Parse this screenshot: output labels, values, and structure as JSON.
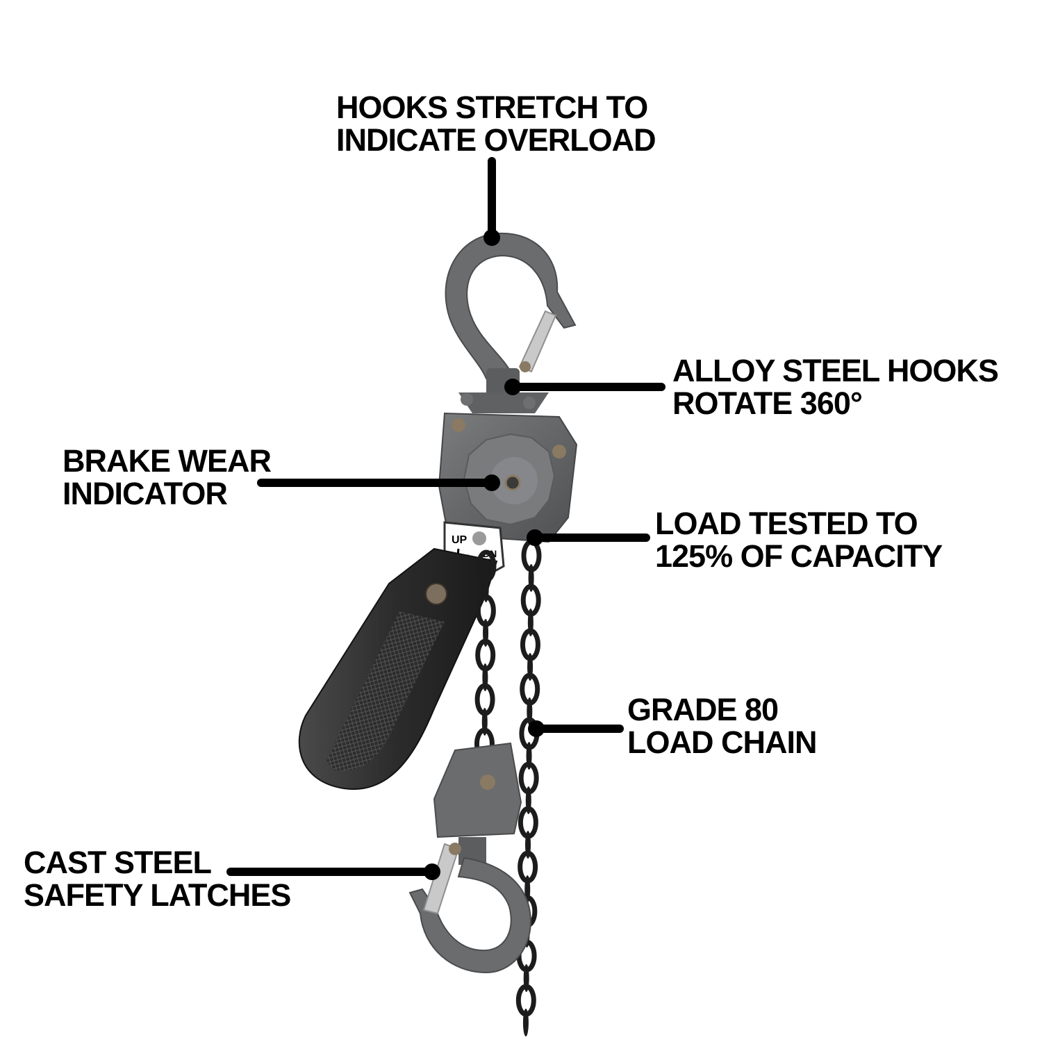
{
  "colors": {
    "background": "#ffffff",
    "text": "#000000",
    "leader": "#000000",
    "hoist_gray": "#6b6c6e",
    "hoist_dark": "#3d3d3f",
    "handle_black": "#2a2a2a",
    "chain": "#1c1c1c",
    "latch_silver": "#c9c9c9",
    "bolt_bronze": "#8a7a63"
  },
  "callouts": {
    "hooks_overload": {
      "line1": "HOOKS STRETCH TO",
      "line2": "INDICATE OVERLOAD"
    },
    "alloy_hooks": {
      "line1": "ALLOY STEEL HOOKS",
      "line2": "ROTATE 360°"
    },
    "brake_wear": {
      "line1": "BRAKE WEAR",
      "line2": "INDICATOR"
    },
    "load_tested": {
      "line1": "LOAD TESTED TO",
      "line2": "125% OF CAPACITY"
    },
    "load_chain": {
      "line1": "GRADE 80",
      "line2": "LOAD CHAIN"
    },
    "safety_latches": {
      "line1": "CAST STEEL",
      "line2": "SAFETY LATCHES"
    }
  },
  "selector": {
    "up": "UP",
    "neutral": "N",
    "down": "DN"
  }
}
